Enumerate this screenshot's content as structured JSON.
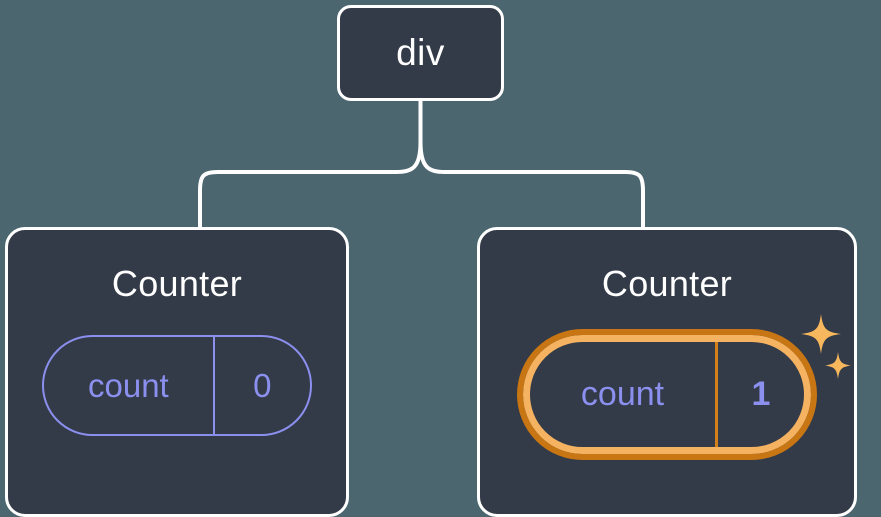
{
  "diagram": {
    "type": "component-tree",
    "background_color": "#4c6670",
    "node_fill_color": "#333a48",
    "node_border_color": "#ffffff",
    "connector_color": "#ffffff",
    "accent_purple": "#8b8fee",
    "highlight_orange_outer": "#c87613",
    "highlight_orange_inner": "#f5b361",
    "sparkle_color": "#f7b75c"
  },
  "root": {
    "label": "div"
  },
  "children": [
    {
      "title": "Counter",
      "state": {
        "key": "count",
        "value": "0"
      },
      "highlighted": false
    },
    {
      "title": "Counter",
      "state": {
        "key": "count",
        "value": "1"
      },
      "highlighted": true
    }
  ],
  "icons": {
    "sparkle_large": "sparkle-icon",
    "sparkle_small": "sparkle-icon"
  }
}
